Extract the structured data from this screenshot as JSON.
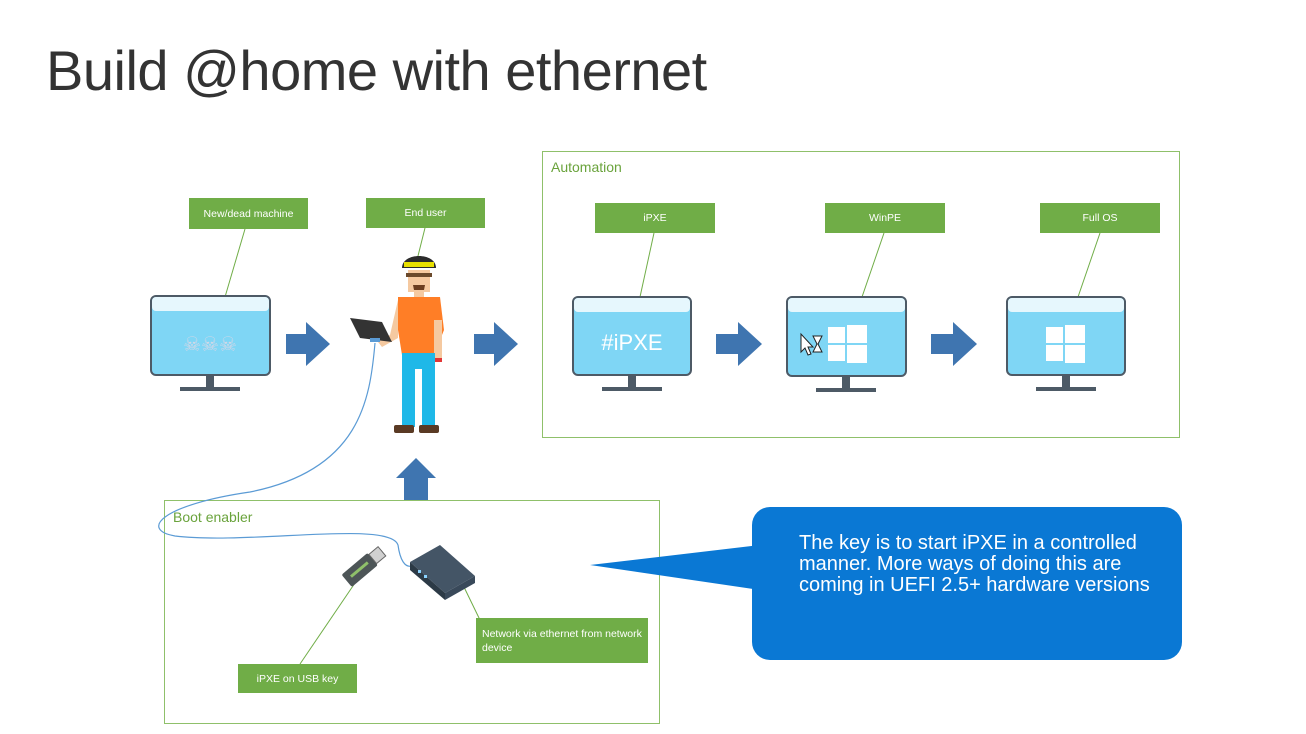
{
  "slide": {
    "title": "Build @home with ethernet"
  },
  "groups": {
    "automation": "Automation",
    "boot_enabler": "Boot enabler"
  },
  "tags": {
    "new_dead_machine": "New/dead machine",
    "end_user": "End user",
    "ipxe": "iPXE",
    "winpe": "WinPE",
    "full_os": "Full OS",
    "ipxe_usb": "iPXE on USB key",
    "network_device": "Network via ethernet from network device"
  },
  "screens": {
    "ipxe_screen_text": "#iPXE"
  },
  "callout": {
    "text": "The key is to start iPXE in a controlled manner. More ways of doing this are coming in UEFI 2.5+ hardware versions"
  },
  "colors": {
    "tag_green": "#70ad47",
    "group_border": "#8fc06a",
    "arrow_blue": "#3f75b0",
    "screen_blue": "#7fd6f5",
    "callout_blue": "#0a78d4"
  }
}
